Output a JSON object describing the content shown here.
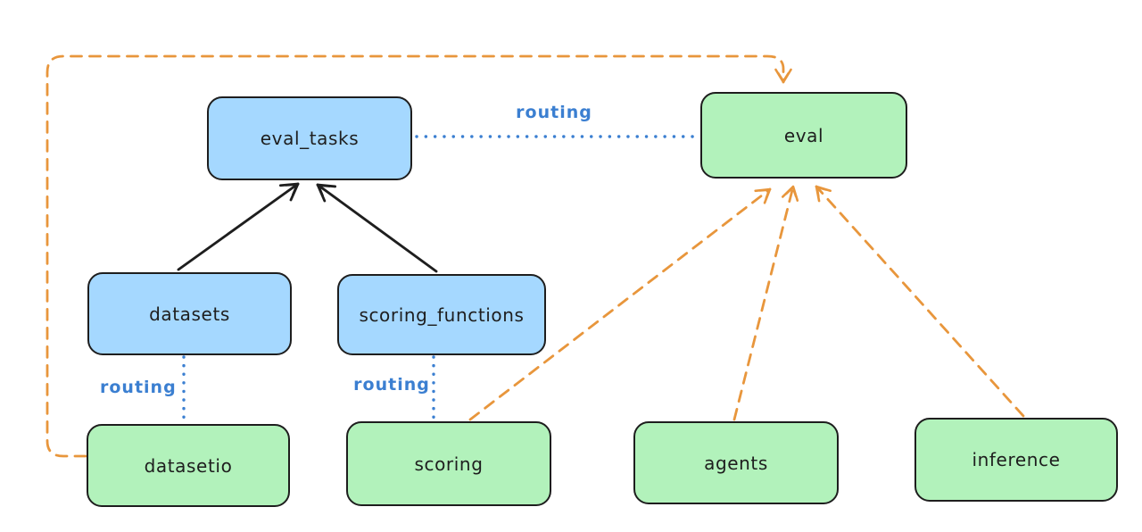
{
  "diagram": {
    "background_color": "#ffffff",
    "stroke_color": "#1e1e1e",
    "blue_fill": "#a5d8ff",
    "green_fill": "#b2f2bb",
    "blue_line_color": "#3b7fd1",
    "orange_line_color": "#e8963c",
    "nodes": {
      "eval_tasks": {
        "label": "eval_tasks",
        "color": "blue"
      },
      "eval": {
        "label": "eval",
        "color": "green"
      },
      "datasets": {
        "label": "datasets",
        "color": "blue"
      },
      "scoring_functions": {
        "label": "scoring_functions",
        "color": "blue"
      },
      "datasetio": {
        "label": "datasetio",
        "color": "green"
      },
      "scoring": {
        "label": "scoring",
        "color": "green"
      },
      "agents": {
        "label": "agents",
        "color": "green"
      },
      "inference": {
        "label": "inference",
        "color": "green"
      }
    },
    "edge_labels": {
      "eval_tasks_eval": "routing",
      "datasets_datasetio": "routing",
      "scoring_functions_scoring": "routing"
    },
    "edges": [
      {
        "from": "datasets",
        "to": "eval_tasks",
        "style": "solid",
        "color": "black",
        "arrow": true
      },
      {
        "from": "scoring_functions",
        "to": "eval_tasks",
        "style": "solid",
        "color": "black",
        "arrow": true
      },
      {
        "from": "eval_tasks",
        "to": "eval",
        "style": "dotted",
        "color": "blue",
        "label": "routing",
        "arrow": false
      },
      {
        "from": "datasets",
        "to": "datasetio",
        "style": "dotted",
        "color": "blue",
        "label": "routing",
        "arrow": false
      },
      {
        "from": "scoring_functions",
        "to": "scoring",
        "style": "dotted",
        "color": "blue",
        "label": "routing",
        "arrow": false
      },
      {
        "from": "datasetio",
        "to": "eval",
        "style": "dashed",
        "color": "orange",
        "arrow": true,
        "route": "left-and-over-top"
      },
      {
        "from": "scoring",
        "to": "eval",
        "style": "dashed",
        "color": "orange",
        "arrow": true
      },
      {
        "from": "agents",
        "to": "eval",
        "style": "dashed",
        "color": "orange",
        "arrow": true
      },
      {
        "from": "inference",
        "to": "eval",
        "style": "dashed",
        "color": "orange",
        "arrow": true
      }
    ]
  }
}
